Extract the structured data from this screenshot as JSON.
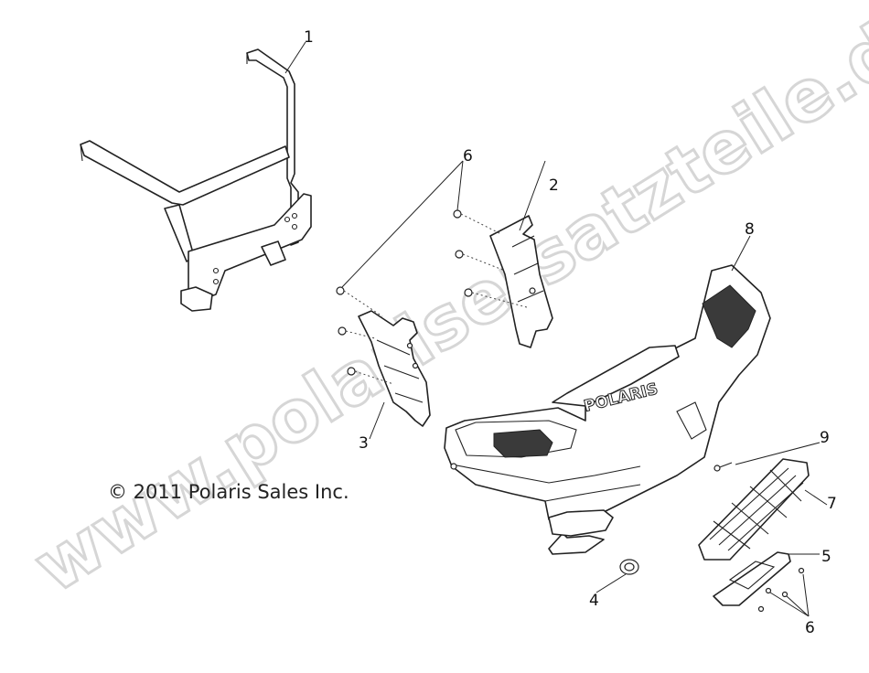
{
  "diagram": {
    "watermark": "www.polarisersatzteile.de",
    "copyright": "© 2011 Polaris Sales Inc.",
    "bumper_logo": "POLARIS",
    "callouts": {
      "c1": "1",
      "c2": "2",
      "c3": "3",
      "c4": "4",
      "c5": "5",
      "c6a": "6",
      "c6b": "6",
      "c7": "7",
      "c8": "8",
      "c9": "9"
    }
  }
}
